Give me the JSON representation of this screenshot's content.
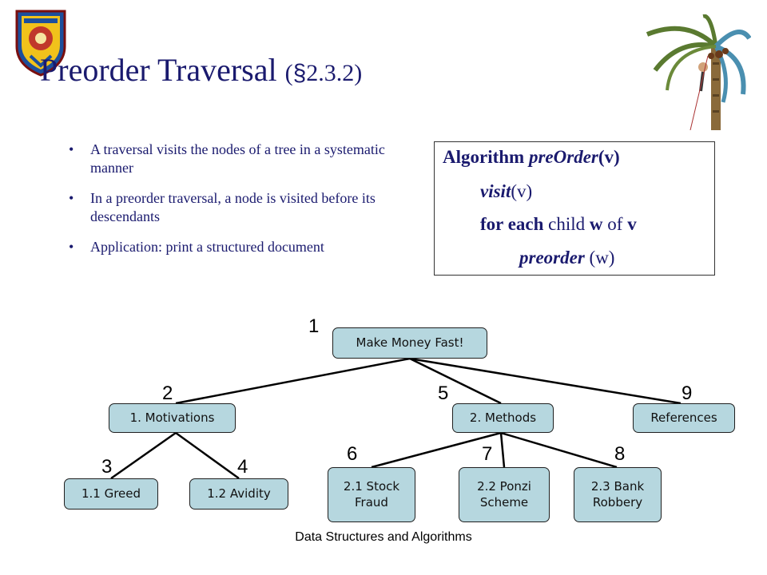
{
  "title": {
    "main": "Preorder Traversal ",
    "section_open": "(",
    "section_symbol": "§",
    "section_num": "2.3.2)"
  },
  "bullets": [
    "A traversal visits the nodes of a tree in a systematic manner",
    "In a preorder traversal, a node is visited before its descendants",
    "Application: print a structured document"
  ],
  "algorithm": {
    "keyword": "Algorithm ",
    "name": "preOrder",
    "param": "(v)",
    "line1_fn": "visit",
    "line1_arg": "(v)",
    "line2_kw1": "for each ",
    "line2_mid1": "child ",
    "line2_w": "w",
    "line2_mid2": " of ",
    "line2_v": "v",
    "line3_fn": "preorder",
    "line3_arg": " (w)"
  },
  "tree": {
    "nodes": {
      "root": "Make Money Fast!",
      "motivations": "1. Motivations",
      "methods": "2. Methods",
      "references": "References",
      "greed": "1.1 Greed",
      "avidity": "1.2 Avidity",
      "stock": "2.1 Stock\nFraud",
      "ponzi": "2.2 Ponzi\nScheme",
      "bank": "2.3 Bank\nRobbery"
    },
    "order": {
      "root": "1",
      "motivations": "2",
      "greed": "3",
      "avidity": "4",
      "methods": "5",
      "stock": "6",
      "ponzi": "7",
      "bank": "8",
      "references": "9"
    },
    "colors": {
      "node_fill": "#b6d7df",
      "title_text": "#1a1a6e"
    }
  },
  "footer": "Data Structures and Algorithms"
}
